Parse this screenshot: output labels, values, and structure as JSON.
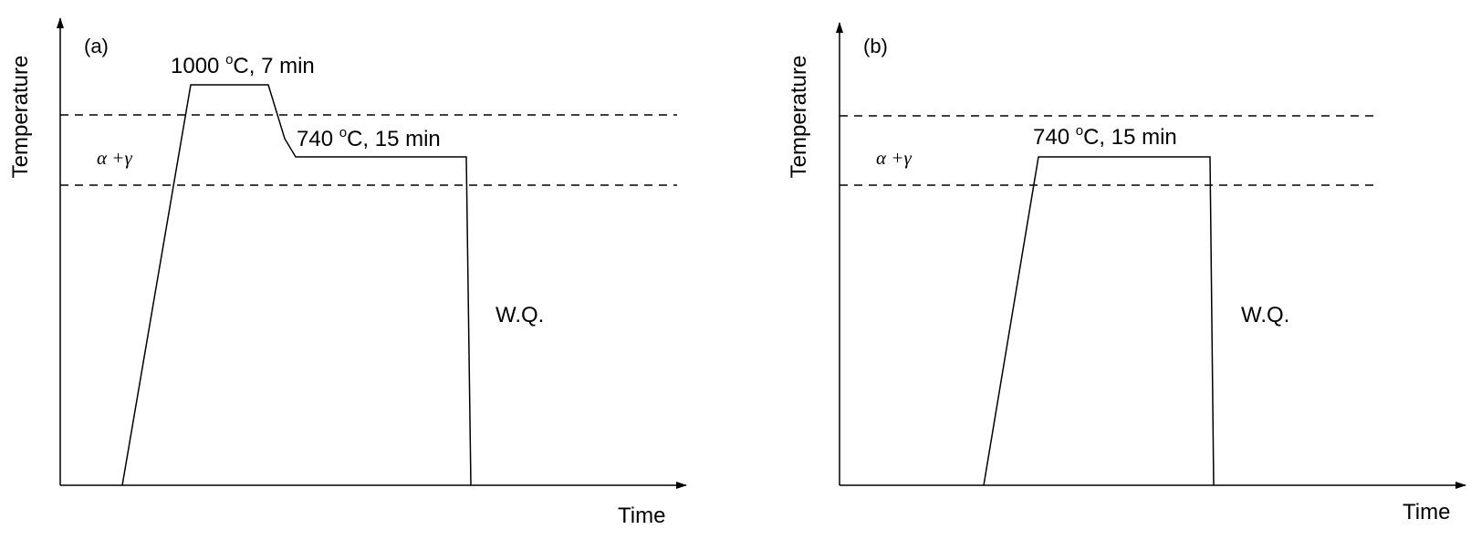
{
  "panels": [
    {
      "label": "(a)",
      "y_axis_label": "Temperature",
      "x_axis_label": "Time",
      "phase_label": "α +γ",
      "steps": [
        {
          "temp": "1000 ",
          "unit": "o",
          "rest": "C, 7 min"
        },
        {
          "temp": "740 ",
          "unit": "o",
          "rest": "C, 15 min"
        }
      ],
      "quench_label": "W.Q."
    },
    {
      "label": "(b)",
      "y_axis_label": "Temperature",
      "x_axis_label": "Time",
      "phase_label": "α +γ",
      "steps": [
        {
          "temp": "740 ",
          "unit": "o",
          "rest": "C, 15 min"
        }
      ],
      "quench_label": "W.Q."
    }
  ]
}
